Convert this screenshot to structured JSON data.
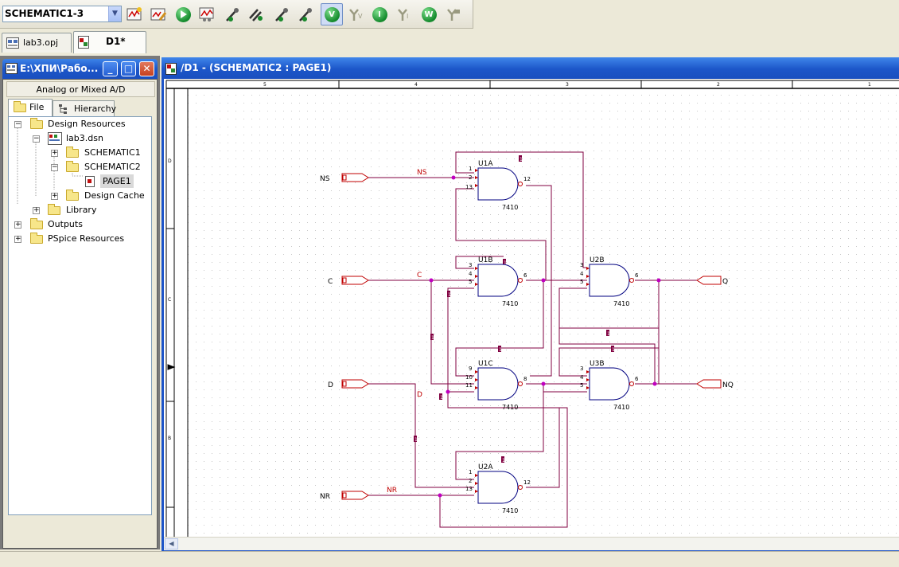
{
  "toolbar": {
    "schematic_selector_value": "SCHEMATIC1-3",
    "buttons": [
      {
        "name": "new-simulation-profile-icon"
      },
      {
        "name": "edit-simulation-profile-icon"
      },
      {
        "name": "run-pspice-icon"
      },
      {
        "name": "view-simulation-results-icon"
      },
      {
        "name": "voltage-marker-icon"
      },
      {
        "name": "voltage-differential-marker-icon"
      },
      {
        "name": "current-marker-icon"
      },
      {
        "name": "power-marker-icon"
      },
      {
        "name": "enable-bias-voltage-icon",
        "glyph": "V"
      },
      {
        "name": "show-voltage-on-pins-icon"
      },
      {
        "name": "enable-bias-current-icon",
        "glyph": "I"
      },
      {
        "name": "show-current-on-pins-icon"
      },
      {
        "name": "enable-bias-power-icon",
        "glyph": "W"
      },
      {
        "name": "show-power-icon"
      }
    ]
  },
  "doc_tabs": [
    {
      "label": "lab3.opj",
      "active": false
    },
    {
      "label": "D1*",
      "active": true
    }
  ],
  "project_panel": {
    "title": "E:\\ХПИ\\Рабо...",
    "mode": "Analog or Mixed A/D",
    "tabs": [
      "File",
      "Hierarchy"
    ],
    "tree": {
      "design_resources": "Design Resources",
      "lab3_dsn": "lab3.dsn",
      "schematic1": "SCHEMATIC1",
      "schematic2": "SCHEMATIC2",
      "page1": "PAGE1",
      "design_cache": "Design Cache",
      "library": "Library",
      "outputs": "Outputs",
      "pspice_resources": "PSpice Resources"
    }
  },
  "schematic_window": {
    "title": "/D1 - (SCHEMATIC2 : PAGE1)",
    "border_columns": [
      "5",
      "4",
      "3",
      "2",
      "1"
    ],
    "border_rows": [
      "D",
      "C",
      "B"
    ],
    "ports": {
      "ns": "NS",
      "c": "C",
      "d": "D",
      "nr": "NR",
      "q": "Q",
      "nq": "NQ"
    },
    "net_labels": {
      "ns": "NS",
      "c": "C",
      "d": "D",
      "nr": "NR"
    },
    "gates": {
      "u1a": {
        "ref": "U1A",
        "type": "7410",
        "pins": [
          "1",
          "2",
          "13",
          "12"
        ]
      },
      "u1b": {
        "ref": "U1B",
        "type": "7410",
        "pins": [
          "3",
          "4",
          "5",
          "6"
        ]
      },
      "u1c": {
        "ref": "U1C",
        "type": "7410",
        "pins": [
          "9",
          "10",
          "11",
          "8"
        ]
      },
      "u2a": {
        "ref": "U2A",
        "type": "7410",
        "pins": [
          "1",
          "2",
          "13",
          "12"
        ]
      },
      "u2b": {
        "ref": "U2B",
        "type": "7410",
        "pins": [
          "3",
          "4",
          "5",
          "6"
        ]
      },
      "u3b": {
        "ref": "U3B",
        "type": "7410",
        "pins": [
          "3",
          "4",
          "5",
          "6"
        ]
      }
    },
    "bus_marker": "1"
  },
  "colors": {
    "wire": "#800040",
    "gate": "#000080",
    "net_label": "#c00000",
    "port": "#c00000",
    "grid_dot": "#c8c8c8"
  }
}
